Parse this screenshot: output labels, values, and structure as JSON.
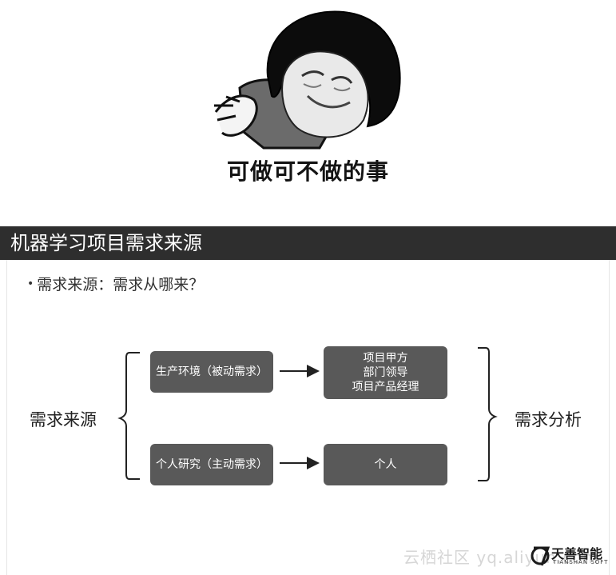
{
  "meme": {
    "caption": "可做可不做的事"
  },
  "slide": {
    "title": "机器学习项目需求来源",
    "bullet": "需求来源：需求从哪来？",
    "bullet_marker": "•",
    "left_label": "需求来源",
    "right_label": "需求分析",
    "boxes": {
      "production": "生产环境（被动需求）",
      "party_lines": [
        "项目甲方",
        "部门领导",
        "项目产品经理"
      ],
      "research": "个人研究（主动需求）",
      "person": "个人"
    }
  },
  "watermark": "云栖社区 yq.aliyun.com",
  "logo": {
    "name_cn": "天善智能",
    "name_en": "TIANSHAN SOFT"
  },
  "colors": {
    "title_bar": "#2e2e2e",
    "box_fill": "#595959",
    "text_dark": "#222222"
  }
}
